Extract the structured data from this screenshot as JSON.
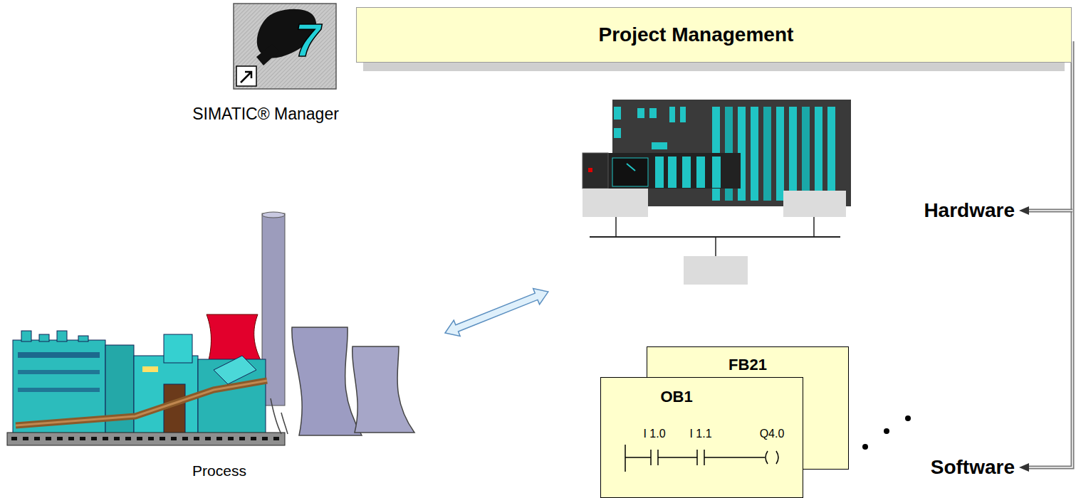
{
  "diagram": {
    "nodes": [
      {
        "text": [
          "Project Management"
        ]
      },
      {
        "text": [
          "FB21"
        ]
      },
      {
        "text": [
          "OB1",
          "I 1.0",
          "I 1.1",
          "Q4.0"
        ]
      }
    ],
    "labels": [
      "7",
      "SIMATIC® Manager",
      "Hardware",
      "Process",
      "Software"
    ]
  }
}
